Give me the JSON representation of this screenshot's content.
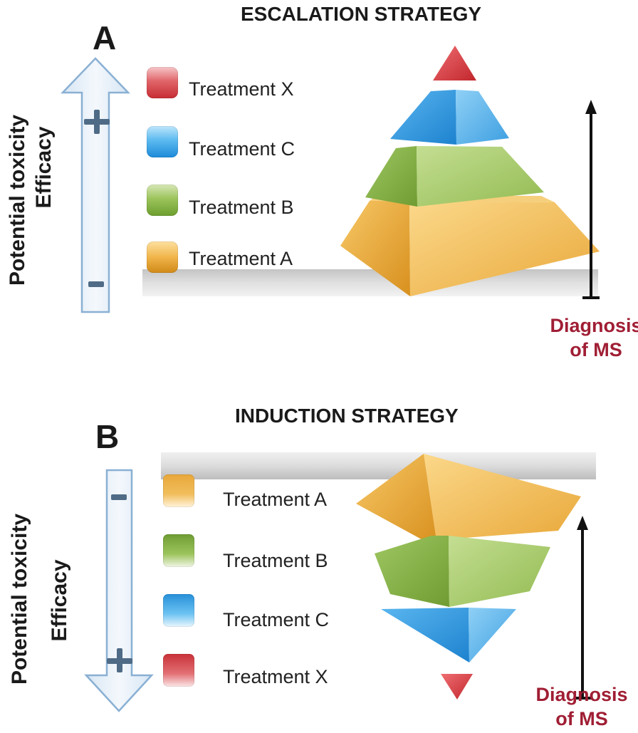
{
  "panels": {
    "a": {
      "letter": "A",
      "title": "ESCALATION STRATEGY",
      "axis_line1": "Potential toxicity",
      "axis_line2": "Efficacy",
      "treatments": [
        "Treatment X",
        "Treatment C",
        "Treatment B",
        "Treatment A"
      ],
      "diagnosis_line1": "Diagnosis",
      "diagnosis_line2": "of MS"
    },
    "b": {
      "letter": "B",
      "title": "INDUCTION STRATEGY",
      "axis_line1": "Potential toxicity",
      "axis_line2": "Efficacy",
      "treatments": [
        "Treatment A",
        "Treatment B",
        "Treatment C",
        "Treatment X"
      ],
      "diagnosis_line1": "Diagnosis",
      "diagnosis_line2": "of MS"
    }
  },
  "colors": {
    "treatment_x": "#d63a3f",
    "treatment_c": "#3aa6e8",
    "treatment_b": "#8db84a",
    "treatment_a": "#ecae3c",
    "diagnosis_text": "#a01e34",
    "arrow_fill": "#e4eef8",
    "arrow_stroke": "#8ab0d3"
  }
}
